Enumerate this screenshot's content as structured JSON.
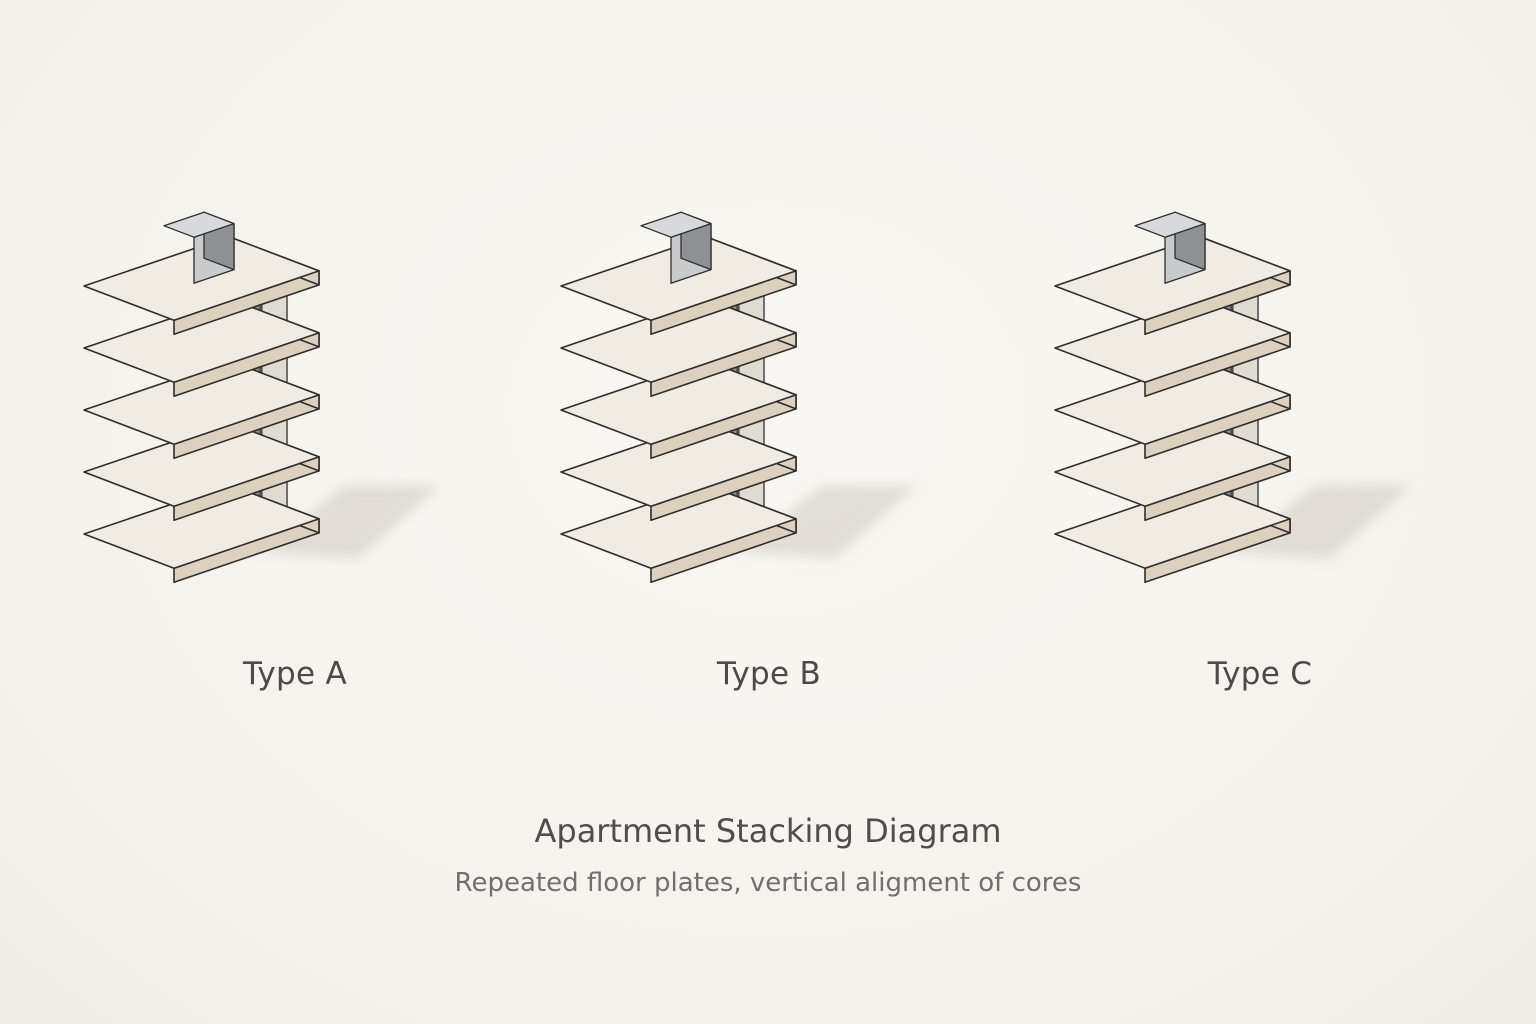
{
  "diagram": {
    "title": "Apartment Stacking Diagram",
    "subtitle": "Repeated floor plates, vertical aligment of cores",
    "buildings": [
      {
        "label": "Type A",
        "floors": 5
      },
      {
        "label": "Type B",
        "floors": 5
      },
      {
        "label": "Type C",
        "floors": 5
      }
    ]
  },
  "colors": {
    "background": "#f6f4ef",
    "slab_top": "#f1ece3",
    "slab_edge": "#dcd1bf",
    "wall_front": "#ece8df",
    "wall_side": "#e0dbd1",
    "core": "#8f9094",
    "core_dark": "#75767a",
    "roof_box": "#c9cacc",
    "outline": "#2e2e2e",
    "text": "#4a4a4a"
  }
}
